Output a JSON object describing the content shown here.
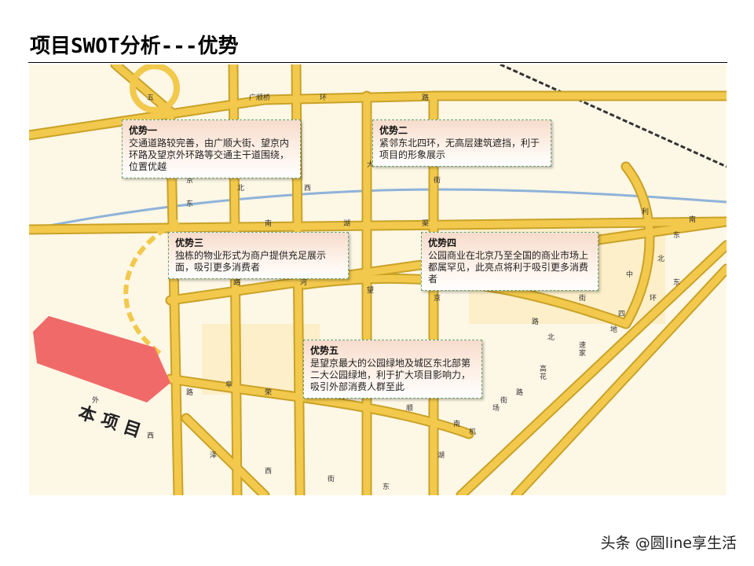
{
  "page": {
    "title": "项目SWOT分析---优势",
    "watermark": "头条 @圆line享生活"
  },
  "map": {
    "colors": {
      "background": "#fdf7e6",
      "road": "#f2c94c",
      "road_edge": "#c9a227",
      "river": "#8fb3d9",
      "rail": "#333333",
      "project_arrow": "#f06a6a"
    },
    "project_label": "本项目",
    "road_labels": [
      "五",
      "广顺桥",
      "环",
      "路",
      "京",
      "东",
      "北",
      "西",
      "大",
      "街",
      "南",
      "湖",
      "渠",
      "安",
      "路",
      "河",
      "望",
      "京",
      "西",
      "路",
      "街",
      "中",
      "北",
      "东",
      "南",
      "阜",
      "荣",
      "广",
      "顺",
      "南",
      "街",
      "花",
      "家",
      "地",
      "北",
      "利",
      "泽",
      "西",
      "街",
      "东",
      "湖",
      "机",
      "场",
      "路",
      "高",
      "速",
      "四",
      "环",
      "东",
      "路",
      "外",
      "西"
    ]
  },
  "callouts": [
    {
      "title": "优势一",
      "body": "交通道路较完善，由广顺大街、望京内环路及望京外环路等交通主干道围绕，位置优越"
    },
    {
      "title": "优势二",
      "body": "紧邻东北四环，无高层建筑遮挡，利于项目的形象展示"
    },
    {
      "title": "优势三",
      "body": "独栋的物业形式为商户提供充足展示面，吸引更多消费者"
    },
    {
      "title": "优势四",
      "body": "公园商业在北京乃至全国的商业市场上都属罕见，此亮点将利于吸引更多消费者"
    },
    {
      "title": "优势五",
      "body": "是望京最大的公园绿地及城区东北部第二大公园绿地，利于扩大项目影响力，吸引外部消费人群至此"
    }
  ]
}
